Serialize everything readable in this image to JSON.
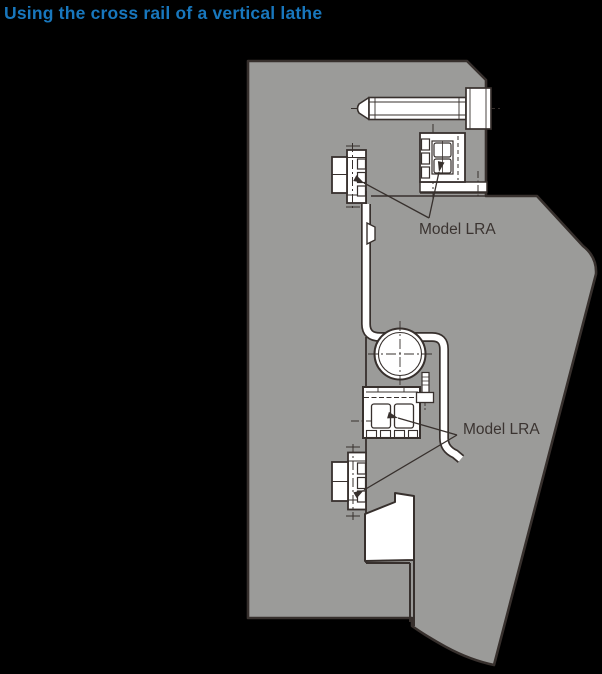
{
  "title": {
    "text": "Using the cross rail of a vertical lathe"
  },
  "diagram": {
    "labels": [
      {
        "text": "Model LRA"
      },
      {
        "text": "Model LRA"
      }
    ],
    "colors": {
      "background": "#000000",
      "body_gray": "#9B9B99",
      "outline_dark": "#37302D",
      "part_white": "#FFFFFF",
      "title_blue": "#1877BD",
      "label_text": "#3B3431"
    }
  }
}
